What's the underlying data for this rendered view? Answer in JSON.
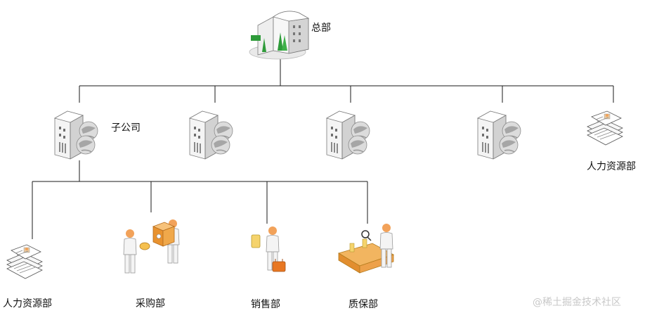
{
  "headquarters": {
    "label": "总部"
  },
  "subsidiary": {
    "label": "子公司"
  },
  "top_hr": {
    "label": "人力资源部"
  },
  "departments": [
    {
      "label": "人力资源部"
    },
    {
      "label": "采购部"
    },
    {
      "label": "销售部"
    },
    {
      "label": "质保部"
    }
  ],
  "watermark": "@稀土掘金技术社区",
  "colors": {
    "line": "#1a1a1a",
    "building": "#f1f1f1",
    "building_shade": "#c9c9c9",
    "globe": "#a9a9a9",
    "person": "#f4f4f4",
    "skin": "#f2a25a",
    "accent_orange": "#e87722",
    "tree_green": "#2e9b3a"
  }
}
